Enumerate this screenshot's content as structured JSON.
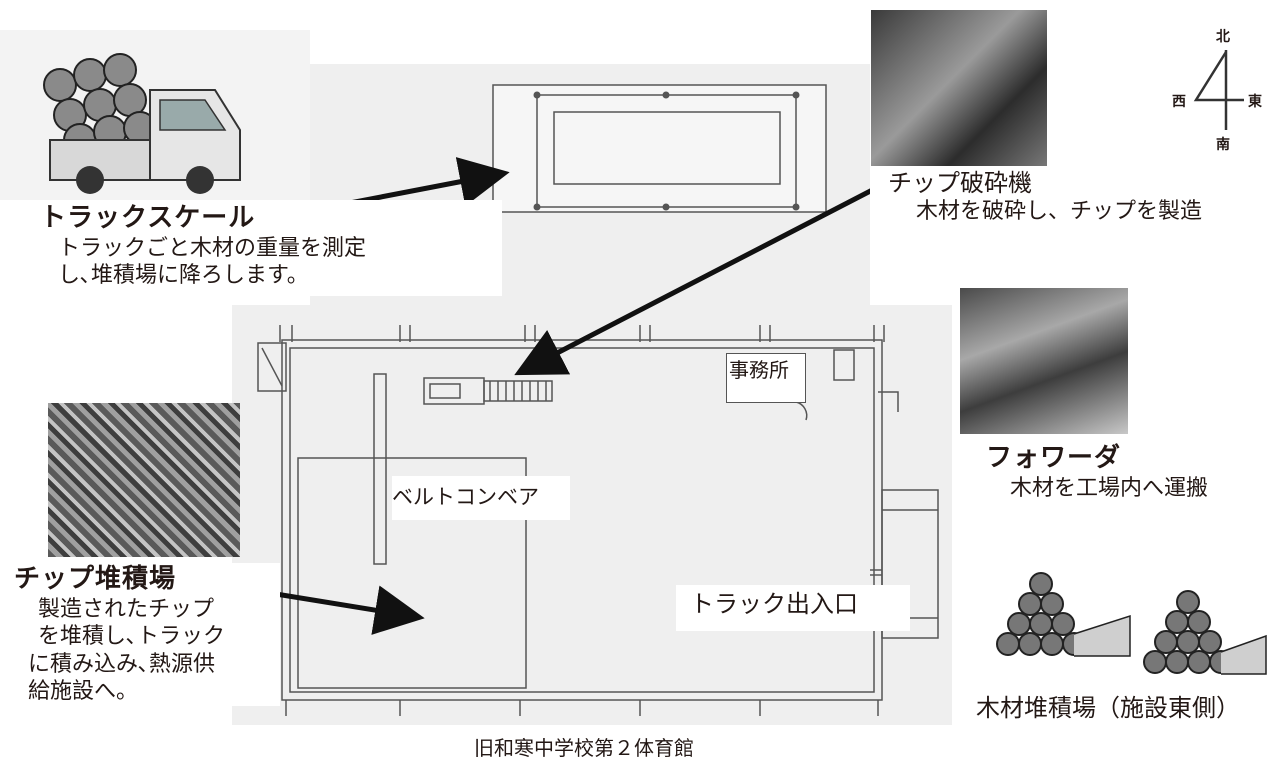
{
  "diagram": {
    "compass": {
      "north": "北",
      "south": "南",
      "east": "東",
      "west": "西"
    },
    "truck_scale": {
      "title": "トラックスケール",
      "desc_line1": "トラックごと木材の重量を測定",
      "desc_line2": "し､堆積場に降ろします。"
    },
    "chipper": {
      "title": "チップ破砕機",
      "desc": "木材を破砕し、チップを製造"
    },
    "forwarder": {
      "title": "フォワーダ",
      "desc": "木材を工場内へ運搬"
    },
    "chip_yard": {
      "title": "チップ堆積場",
      "desc_line1": "製造されたチップ",
      "desc_line2": "を堆積し､トラック",
      "desc_line3": "に積み込み､熱源供",
      "desc_line4": "給施設へ。"
    },
    "timber_yard": {
      "title": "木材堆積場（施設東側）"
    },
    "plan": {
      "office": "事務所",
      "conveyor": "ベルトコンベア",
      "truck_gate": "トラック出入口",
      "building": "旧和寒中学校第２体育館"
    }
  }
}
